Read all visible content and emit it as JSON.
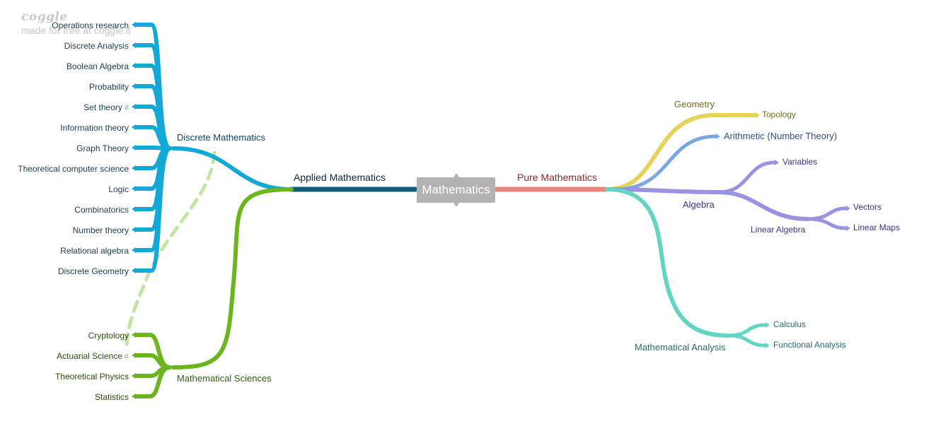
{
  "watermark": {
    "logo": "coggle",
    "text": "made for free at coggle.it"
  },
  "root": {
    "label": "Mathematics",
    "color": "#b3b3b3"
  },
  "branches": {
    "applied": {
      "label": "Applied Mathematics",
      "color": "#0f5b78",
      "discrete": {
        "label": "Discrete Mathematics",
        "color": "#13a8d6",
        "items": [
          "Operations research",
          "Discrete Analysis",
          "Boolean Algebra",
          "Probability",
          "Set theory",
          "Information theory",
          "Graph Theory",
          "Theoretical computer science",
          "Logic",
          "Combinatorics",
          "Number theory",
          "Relational algebra",
          "Discrete Geometry"
        ],
        "link_marker": "#"
      },
      "sciences": {
        "label": "Mathematical Sciences",
        "color": "#6db51f",
        "items": [
          "Cryptology",
          "Actuarial Science",
          "Theoretical Physics",
          "Statistics"
        ],
        "link_marker": "#"
      }
    },
    "pure": {
      "label": "Pure Mathematics",
      "color": "#e8857f",
      "geometry": {
        "label": "Geometry",
        "color": "#e6d35a",
        "child": "Topology"
      },
      "arithmetic": {
        "label": "Arithmetic (Number Theory)",
        "color": "#7aa6e3"
      },
      "algebra": {
        "label": "Algebra",
        "color": "#9a93e2",
        "variables": "Variables",
        "linear": {
          "label": "Linear Algebra",
          "items": [
            "Vectors",
            "Linear Maps"
          ]
        }
      },
      "analysis": {
        "label": "Mathematical Analysis",
        "color": "#64d4c3",
        "items": [
          "Calculus",
          "Functional Analysis"
        ]
      }
    }
  },
  "cross_link_color": "#c5e4a3"
}
